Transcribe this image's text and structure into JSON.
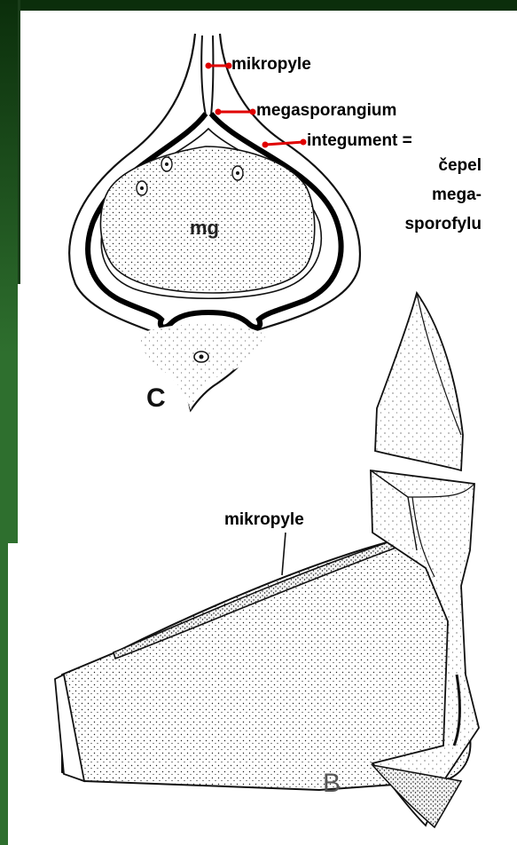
{
  "colors": {
    "green_dark": "#0b2e0b",
    "green_mid": "#2e6f2e",
    "pointer_red": "#e00000",
    "ink": "#111111"
  },
  "labels": {
    "mikropyle_top": "mikropyle",
    "megasporangium": "megasporangium",
    "integument_line1": "integument =",
    "integument_line2": "čepel",
    "integument_line3": "mega-",
    "integument_line4": "sporofylu",
    "mg": "mg",
    "figure_c": "C",
    "mikropyle_bottom": "mikropyle",
    "figure_b": "B"
  }
}
